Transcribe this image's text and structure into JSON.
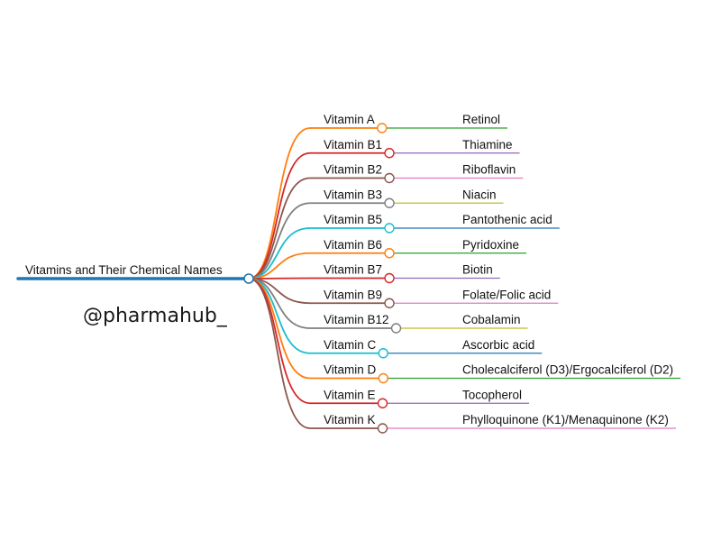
{
  "root": {
    "label": "Vitamins and Their Chemical Names",
    "color": "#1f77b4"
  },
  "watermark": "@pharmahub_",
  "branches": [
    {
      "vitamin": "Vitamin A",
      "chemical": "Retinol",
      "color": "#ff7f0e",
      "child_color": "#2ca02c"
    },
    {
      "vitamin": "Vitamin B1",
      "chemical": "Thiamine",
      "color": "#d62728",
      "child_color": "#9467bd"
    },
    {
      "vitamin": "Vitamin B2",
      "chemical": "Riboflavin",
      "color": "#8c564b",
      "child_color": "#e377c2"
    },
    {
      "vitamin": "Vitamin B3",
      "chemical": "Niacin",
      "color": "#7f7f7f",
      "child_color": "#bcbd22"
    },
    {
      "vitamin": "Vitamin B5",
      "chemical": "Pantothenic acid",
      "color": "#17becf",
      "child_color": "#1f77b4"
    },
    {
      "vitamin": "Vitamin B6",
      "chemical": "Pyridoxine",
      "color": "#ff7f0e",
      "child_color": "#2ca02c"
    },
    {
      "vitamin": "Vitamin B7",
      "chemical": "Biotin",
      "color": "#d62728",
      "child_color": "#9467bd"
    },
    {
      "vitamin": "Vitamin B9",
      "chemical": "Folate/Folic acid",
      "color": "#8c564b",
      "child_color": "#e377c2"
    },
    {
      "vitamin": "Vitamin B12",
      "chemical": "Cobalamin",
      "color": "#7f7f7f",
      "child_color": "#bcbd22"
    },
    {
      "vitamin": "Vitamin C",
      "chemical": "Ascorbic acid",
      "color": "#17becf",
      "child_color": "#1f77b4"
    },
    {
      "vitamin": "Vitamin D",
      "chemical": "Cholecalciferol (D3)/Ergocalciferol (D2)",
      "color": "#ff7f0e",
      "child_color": "#2ca02c"
    },
    {
      "vitamin": "Vitamin E",
      "chemical": "Tocopherol",
      "color": "#d62728",
      "child_color": "#9467bd"
    },
    {
      "vitamin": "Vitamin K",
      "chemical": "Phylloquinone (K1)/Menaquinone (K2)",
      "color": "#8c564b",
      "child_color": "#e377c2"
    }
  ]
}
